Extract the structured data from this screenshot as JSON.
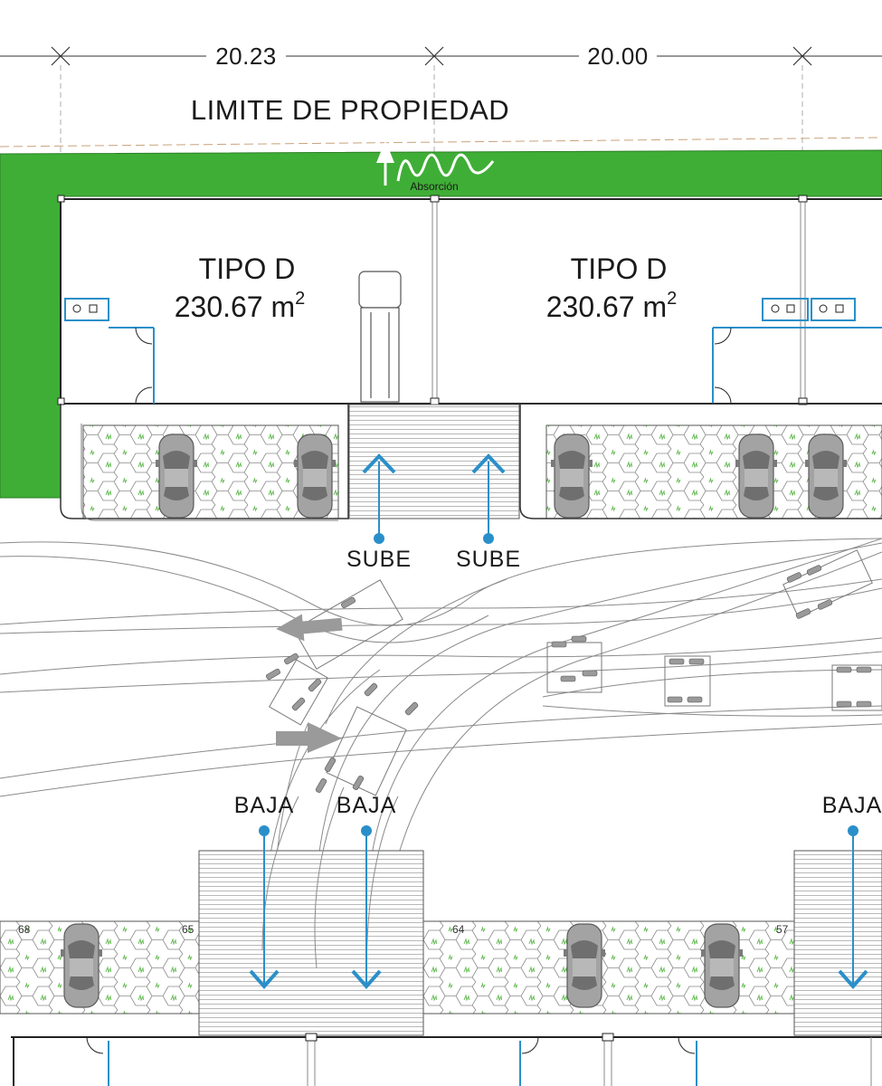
{
  "dimensions": [
    {
      "label": "20.23"
    },
    {
      "label": "20.00"
    }
  ],
  "property_limit": "LIMITE DE PROPIEDAD",
  "absorption_label": "Absorción",
  "units": [
    {
      "type": "TIPO D",
      "area": "230.67 m",
      "area_sup": "2"
    },
    {
      "type": "TIPO D",
      "area": "230.67 m",
      "area_sup": "2"
    }
  ],
  "ramps_up": [
    "SUBE",
    "SUBE"
  ],
  "ramps_down": [
    "BAJA",
    "BAJA",
    "BAJA"
  ],
  "stall_numbers": [
    "68",
    "65",
    "64",
    "57"
  ],
  "colors": {
    "green_area": "#3fae36",
    "ramp_blue": "#2a8fc9",
    "car_gray": "#9a9a9a",
    "line": "#333333",
    "paver_green": "#7dc36b"
  }
}
